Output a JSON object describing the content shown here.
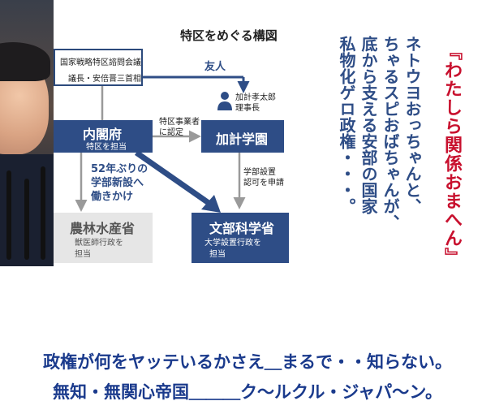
{
  "diagram": {
    "title": "特区をめぐる構図",
    "council": {
      "name": "国家戦略特区諮問会議",
      "chair": "議長・安倍晋三首相"
    },
    "friend_label": "友人",
    "kake_person": {
      "name": "加計孝太郎",
      "role": "理事長"
    },
    "cabinet_office": {
      "name": "内閣府",
      "sub": "特区を担当"
    },
    "kake_gakuen": {
      "name": "加計学園"
    },
    "certify_label": [
      "特区事業者",
      "に認定"
    ],
    "pressure_label": [
      "52年ぶりの",
      "学部新設へ",
      "働きかけ"
    ],
    "apply_label": [
      "学部設置",
      "認可を申請"
    ],
    "maff": {
      "name": "農林水産省",
      "sub": [
        "獣医師行政を",
        "担当"
      ]
    },
    "mext": {
      "name": "文部科学省",
      "sub": [
        "大学設置行政を",
        "担当"
      ]
    }
  },
  "side_text": {
    "red": "『わたしら関係おまへん』",
    "blue_lines": [
      "ネトウヨおっちゃんと、",
      "ちゃるスピおばちゃんが、",
      "底から支える安部の国家",
      "私物化ゲロ政権・・・。"
    ]
  },
  "bottom": {
    "line1": "政権が何をヤッテいるかさえ＿まるで・・知らない。",
    "line2": "無知・無関心帝国＿＿＿ク〜ルクル・ジャパ〜ン。"
  },
  "colors": {
    "navy": "#2e4d86",
    "red": "#c8102e",
    "grey": "#e6e6e6",
    "bottom_text": "#1a3a8c"
  }
}
